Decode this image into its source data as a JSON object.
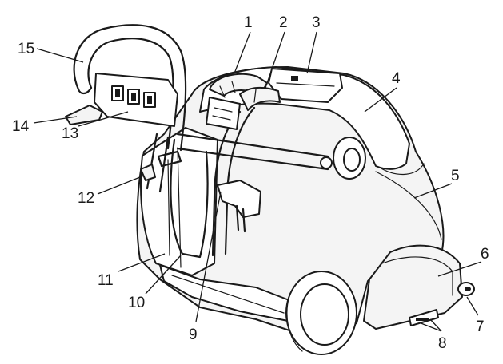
{
  "figure": {
    "callouts": [
      {
        "id": "c1",
        "label": "1"
      },
      {
        "id": "c2",
        "label": "2"
      },
      {
        "id": "c3",
        "label": "3"
      },
      {
        "id": "c4",
        "label": "4"
      },
      {
        "id": "c5",
        "label": "5"
      },
      {
        "id": "c6",
        "label": "6"
      },
      {
        "id": "c7",
        "label": "7"
      },
      {
        "id": "c8",
        "label": "8"
      },
      {
        "id": "c9",
        "label": "9"
      },
      {
        "id": "c10",
        "label": "10"
      },
      {
        "id": "c11",
        "label": "11"
      },
      {
        "id": "c12",
        "label": "12"
      },
      {
        "id": "c13",
        "label": "13"
      },
      {
        "id": "c14",
        "label": "14"
      },
      {
        "id": "c15",
        "label": "15"
      }
    ]
  }
}
